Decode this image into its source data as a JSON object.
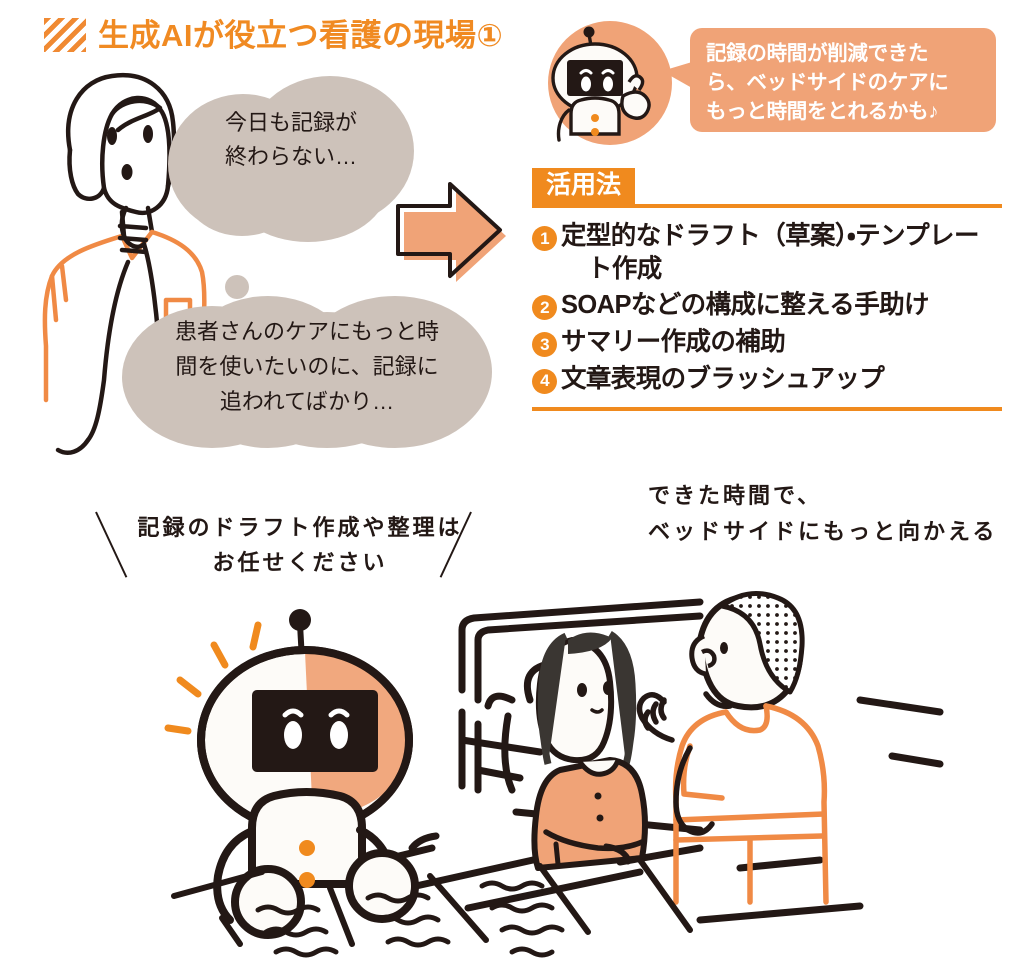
{
  "header": {
    "hatch_icon": "diagonal-stripes-icon",
    "title": "生成AIが役立つ看護の現場①",
    "accent_color": "#f08a22"
  },
  "nurse_thoughts": [
    {
      "text": "今日も記録が\n終わらない…",
      "line1": "今日も記録が",
      "line2": "終わらない…"
    },
    {
      "line1": "患者さんのケアにもっと時",
      "line2": "間を使いたいのに、記録に",
      "line3": "追われてばかり…"
    }
  ],
  "arrow": {
    "name": "right-arrow",
    "fill": "#f0a377",
    "stroke": "#231815"
  },
  "robot_bubble": {
    "line1": "記録の時間が削減できた",
    "line2": "ら、ベッドサイドのケアに",
    "line3": "もっと時間をとれるかも♪",
    "bg": "#f0a377",
    "text_color": "#ffffff"
  },
  "usage": {
    "tag": "活用法",
    "tag_bg": "#f08a1e",
    "items": [
      {
        "num": "❶",
        "number": "1",
        "line1": "定型的なドラフト（草案）・テンプレー",
        "line2": "ト作成"
      },
      {
        "num": "❷",
        "number": "2",
        "line1": "SOAPなどの構成に整える手助け",
        "line2": ""
      },
      {
        "num": "❸",
        "number": "3",
        "line1": "サマリー作成の補助",
        "line2": ""
      },
      {
        "num": "❹",
        "number": "4",
        "line1": "文章表現のブラッシュアップ",
        "line2": ""
      }
    ]
  },
  "captions": {
    "left": {
      "line1": "記録のドラフト作成や整理は",
      "line2": "お任せください"
    },
    "right": {
      "line1": "できた時間で、",
      "line2": "ベッドサイドにもっと向かえる"
    }
  },
  "scene": {
    "robot_name": "ai-robot",
    "patient_name": "patient-in-bed",
    "nurse_name": "nurse-standing",
    "documents_name": "paper-documents",
    "orange": "#f0a377",
    "dark": "#231815"
  }
}
